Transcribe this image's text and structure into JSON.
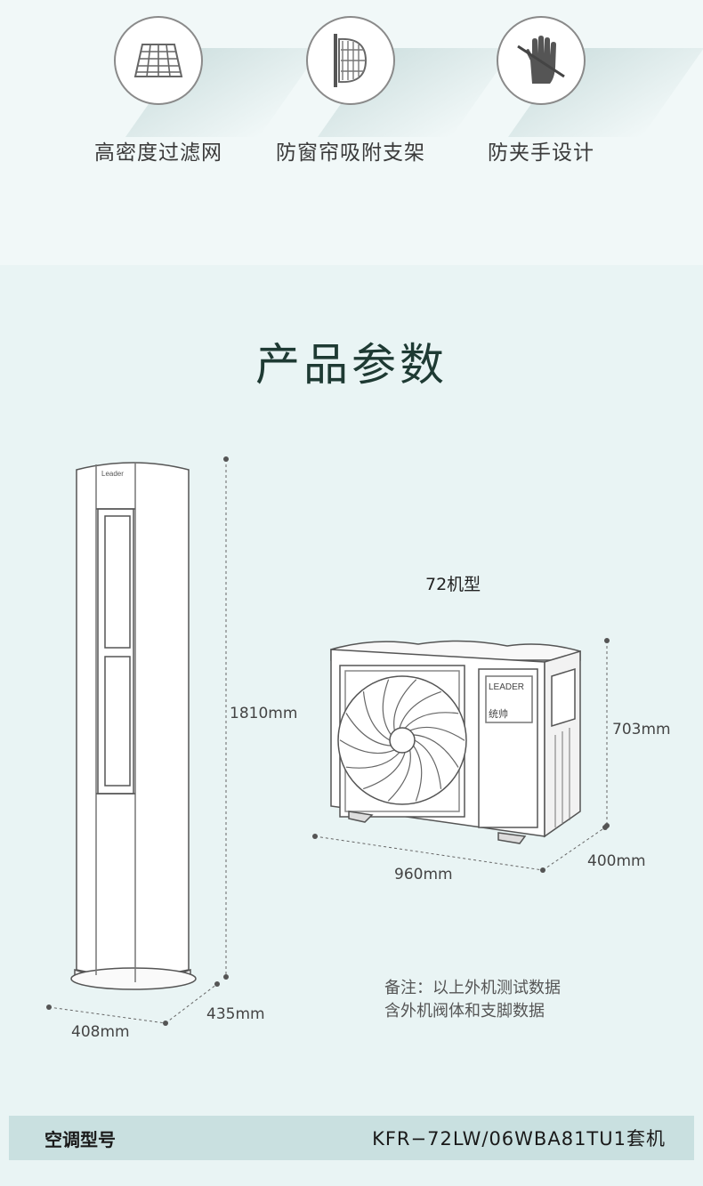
{
  "features": [
    {
      "label": "高密度过滤网",
      "icon": "filter-grid-icon"
    },
    {
      "label": "防窗帘吸附支架",
      "icon": "curtain-bracket-icon"
    },
    {
      "label": "防夹手设计",
      "icon": "no-hand-icon"
    }
  ],
  "section_title": "产品参数",
  "indoor_unit": {
    "brand": "Leader",
    "height": "1810mm",
    "width": "408mm",
    "depth": "435mm"
  },
  "outdoor_unit": {
    "model_label": "72机型",
    "brand": "LEADER",
    "brand_cn": "统帅",
    "height": "703mm",
    "width": "960mm",
    "depth": "400mm"
  },
  "note": {
    "line1": "备注：以上外机测试数据",
    "line2": "含外机阀体和支脚数据"
  },
  "spec": {
    "key": "空调型号",
    "value": "KFR−72LW/06WBA81TU1套机"
  }
}
